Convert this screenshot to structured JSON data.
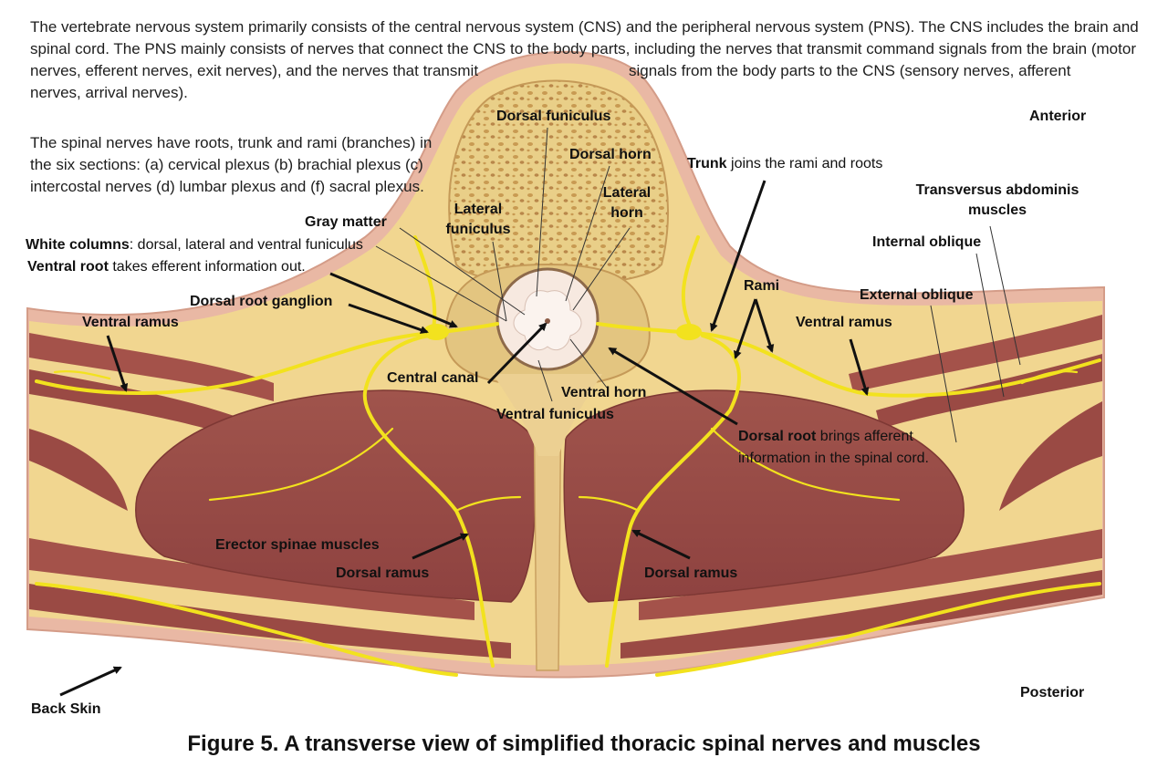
{
  "intro": {
    "line1": "The vertebrate nervous system primarily consists of the central nervous system (CNS) and the peripheral nervous system (PNS). The CNS includes the brain and",
    "line2": "spinal cord. The PNS mainly consists of nerves that connect the CNS to the body parts, including the nerves that transmit command signals from the brain (motor",
    "line3a": "nerves, efferent nerves, exit nerves), and the nerves that transmit",
    "line3b": "signals from the body parts to the CNS (sensory nerves, afferent",
    "line4": "nerves, arrival nerves)."
  },
  "spinal_nerves": {
    "line1": "The spinal nerves have roots, trunk and rami (branches) in",
    "line2": "the six sections: (a) cervical plexus (b) brachial plexus (c)",
    "line3": "intercostal nerves (d) lumbar plexus and (f) sacral plexus."
  },
  "labels": {
    "dorsal_funiculus": "Dorsal funiculus",
    "dorsal_horn": "Dorsal horn",
    "lateral_horn_1": "Lateral",
    "lateral_horn_2": "horn",
    "lateral_funiculus_1": "Lateral",
    "lateral_funiculus_2": "funiculus",
    "gray_matter": "Gray matter",
    "white_columns_bold": "White columns",
    "white_columns_rest": ": dorsal, lateral and ventral funiculus",
    "ventral_root_bold": "Ventral root",
    "ventral_root_rest": " takes efferent information out.",
    "dorsal_root_ganglion": "Dorsal root ganglion",
    "ventral_ramus_left": "Ventral ramus",
    "ventral_ramus_right": "Ventral ramus",
    "central_canal": "Central canal",
    "ventral_horn": "Ventral horn",
    "ventral_funiculus": "Ventral funiculus",
    "trunk_bold": "Trunk",
    "trunk_rest": " joins the rami and roots",
    "rami": "Rami",
    "anterior": "Anterior",
    "transversus_1": "Transversus abdominis",
    "transversus_2": "muscles",
    "internal_oblique": "Internal oblique",
    "external_oblique": "External oblique",
    "dorsal_root_bold": "Dorsal root",
    "dorsal_root_rest": " brings afferent",
    "dorsal_root_line2": "information in the spinal cord.",
    "erector_spinae": "Erector spinae muscles",
    "dorsal_ramus_left": "Dorsal ramus",
    "dorsal_ramus_right": "Dorsal ramus",
    "back_skin": "Back Skin",
    "posterior": "Posterior"
  },
  "caption": "Figure 5. A transverse view of simplified thoracic spinal nerves and muscles",
  "colors": {
    "skin": "#e8b4a2",
    "fat": "#f0d48a",
    "bone": "#e6cc88",
    "muscle": "#9c4a44",
    "nerve": "#f2e21e",
    "cord": "#f6e6dc",
    "text": "#111111"
  }
}
